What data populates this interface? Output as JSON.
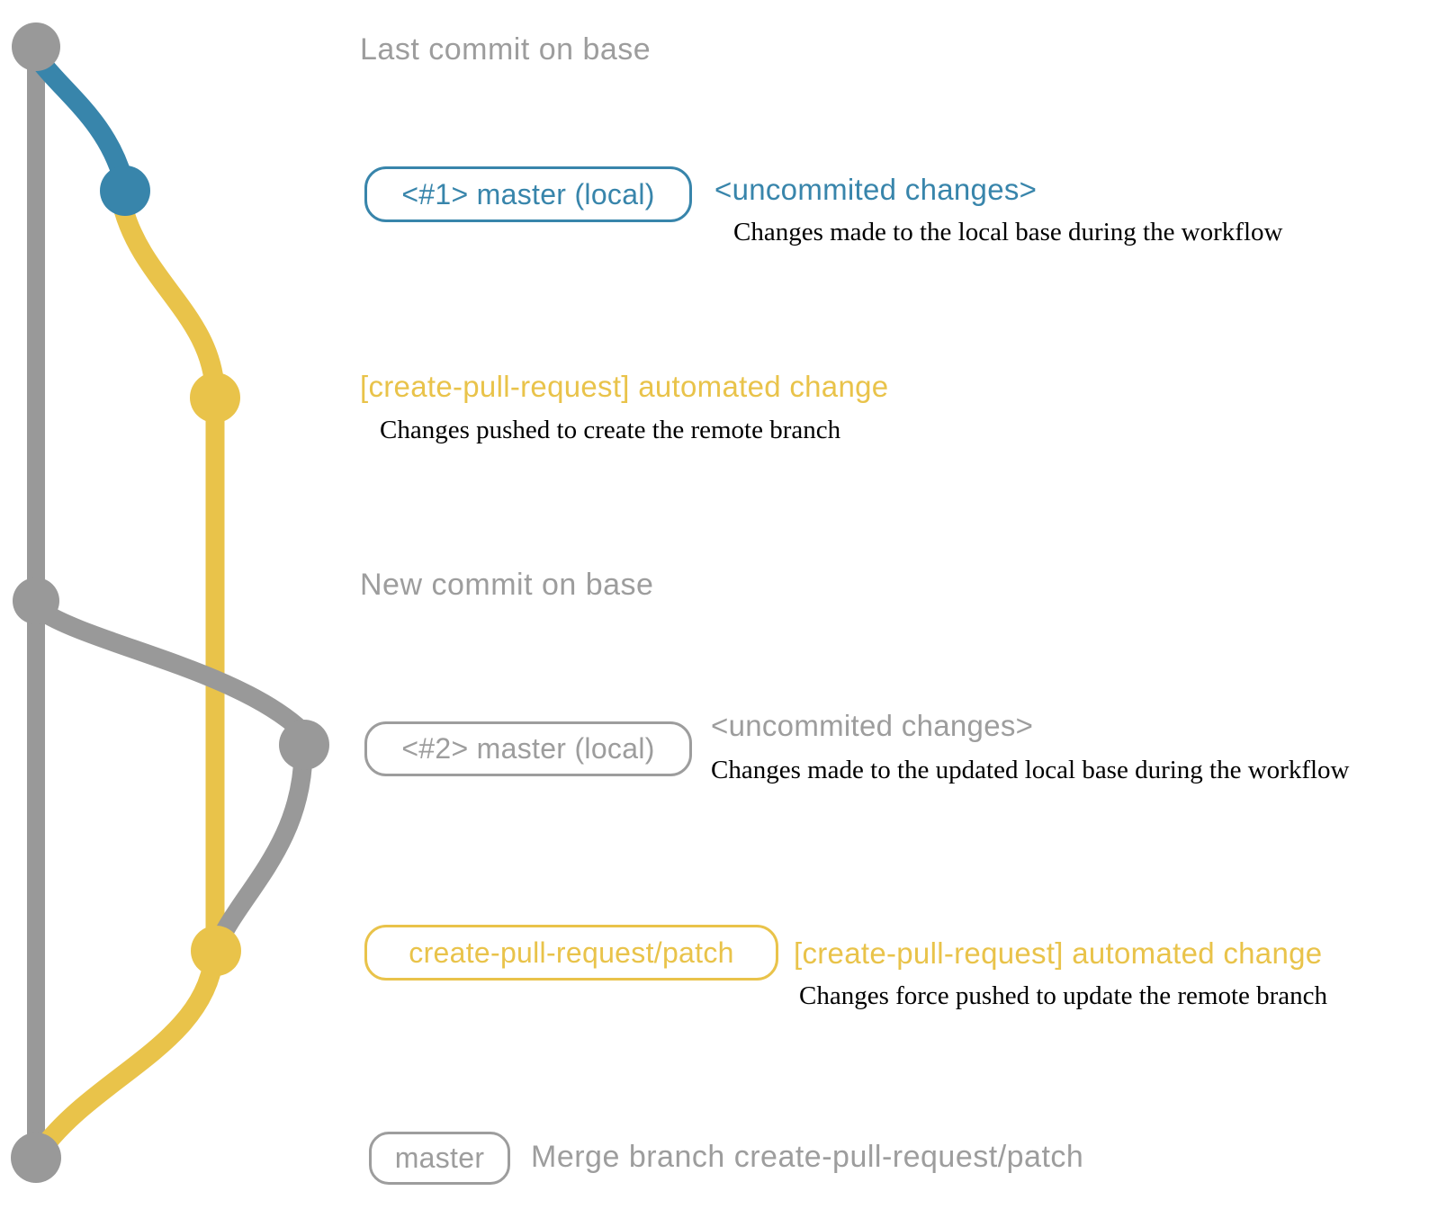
{
  "colors": {
    "gray": "#999999",
    "gray_text": "#9d9d9d",
    "blue": "#3885ab",
    "yellow": "#e9c34a",
    "ink": "#000000",
    "background": "#ffffff"
  },
  "graph": {
    "base_branch_color_name": "gray",
    "local_branch_color_name": "blue",
    "remote_branch_color_name": "yellow"
  },
  "annotations": {
    "last_commit_label": "Last commit on base",
    "row1": {
      "badge": "<#1> master (local)",
      "note": "<uncommited changes>",
      "desc": "Changes made to the local base during the workflow"
    },
    "row2": {
      "note": "[create-pull-request] automated change",
      "desc": "Changes pushed to create the remote branch"
    },
    "new_commit_label": "New commit on base",
    "row3": {
      "badge": "<#2> master (local)",
      "note": "<uncommited changes>",
      "desc": "Changes made to the updated local base during the workflow"
    },
    "row4": {
      "badge": "create-pull-request/patch",
      "note": "[create-pull-request] automated change",
      "desc": "Changes force pushed to update the remote branch"
    },
    "row5": {
      "badge": "master",
      "desc": "Merge branch create-pull-request/patch"
    }
  }
}
